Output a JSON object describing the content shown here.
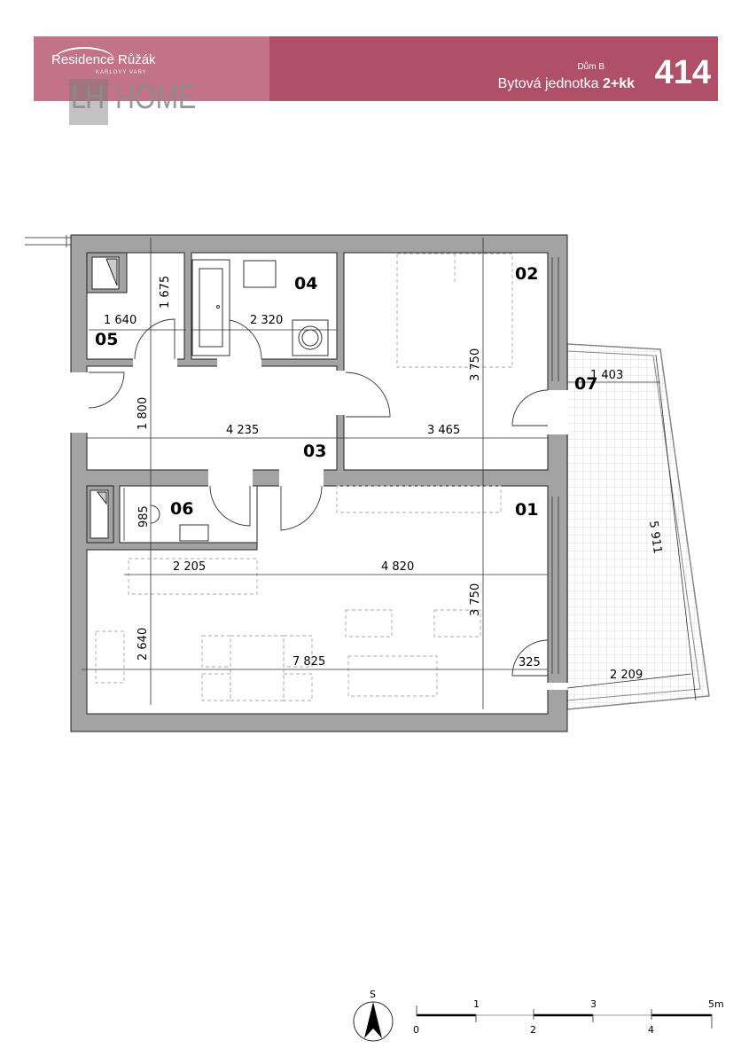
{
  "header": {
    "logo_name": "Residence Růžák",
    "logo_sub": "KARLOVY VARY",
    "logo_lh": "LH",
    "logo_home": "HOME",
    "building": "Dům B",
    "unit_label": "Bytová jednotka",
    "unit_type": "2+kk",
    "unit_number": "414",
    "colors": {
      "main": "#b05068",
      "light": "#c27387"
    }
  },
  "rooms": {
    "r01": "01",
    "r02": "02",
    "r03": "03",
    "r04": "04",
    "r05": "05",
    "r06": "06",
    "r07": "07"
  },
  "dimensions": {
    "d1640": "1 640",
    "d1675": "1 675",
    "d2320": "2 320",
    "d1800": "1 800",
    "d4235": "4 235",
    "d3465": "3 465",
    "d3750a": "3 750",
    "d1403": "1 403",
    "d985": "985",
    "d2205": "2 205",
    "d4820": "4 820",
    "d3750b": "3 750",
    "d2640": "2 640",
    "d7825": "7 825",
    "d325": "325",
    "d2209": "2 209",
    "d5911": "5 911"
  },
  "scale": {
    "compass": "S",
    "labels_top": [
      "1",
      "3",
      "5m"
    ],
    "labels_bottom": [
      "0",
      "2",
      "4"
    ]
  }
}
